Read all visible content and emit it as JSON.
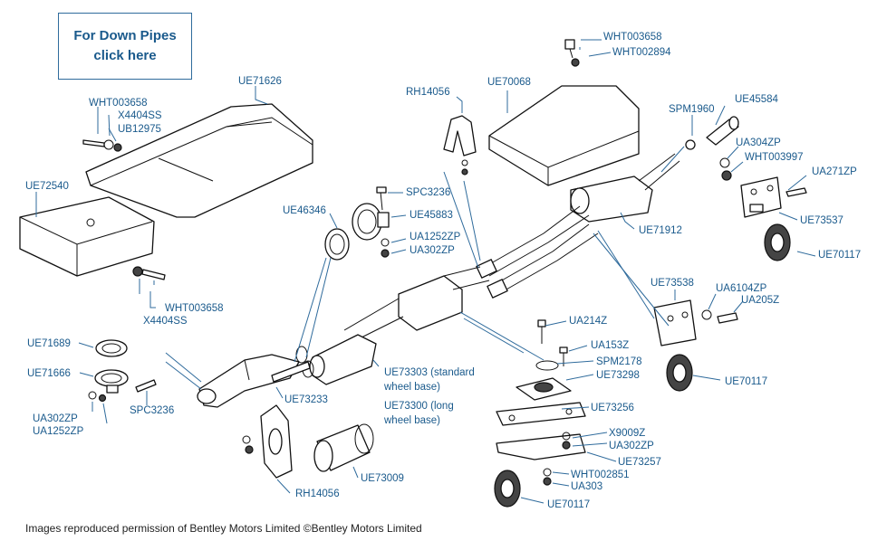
{
  "link_box": {
    "line1": "For Down Pipes",
    "line2": "click here"
  },
  "credit": "Images reproduced permission of Bentley Motors Limited ©Bentley Motors Limited",
  "colors": {
    "label": "#1a5a8c",
    "leader": "#2f6b9c",
    "outline": "#111111"
  },
  "labels": {
    "UE71626": "UE71626",
    "WHT003658_a": "WHT003658",
    "X4404SS_a": "X4404SS",
    "UB12975": "UB12975",
    "UE72540": "UE72540",
    "WHT003658_b": "WHT003658",
    "X4404SS_b": "X4404SS",
    "RH14056_a": "RH14056",
    "UE70068": "UE70068",
    "WHT003658_c": "WHT003658",
    "WHT002894": "WHT002894",
    "SPM1960": "SPM1960",
    "UE45584": "UE45584",
    "UA304ZP": "UA304ZP",
    "WHT003997": "WHT003997",
    "UA271ZP": "UA271ZP",
    "UE73537": "UE73537",
    "UE70117_a": "UE70117",
    "UE71912": "UE71912",
    "SPC3236_a": "SPC3236",
    "UE45883": "UE45883",
    "UE46346": "UE46346",
    "UA1252ZP_a": "UA1252ZP",
    "UA302ZP_a": "UA302ZP",
    "UE73538": "UE73538",
    "UA6104ZP": "UA6104ZP",
    "UA205Z": "UA205Z",
    "UE70117_b": "UE70117",
    "UA214Z": "UA214Z",
    "UA153Z": "UA153Z",
    "SPM2178": "SPM2178",
    "UE73298": "UE73298",
    "UE73256": "UE73256",
    "X9009Z": "X9009Z",
    "UA302ZP_b": "UA302ZP",
    "UE73257": "UE73257",
    "WHT002851": "WHT002851",
    "UA303": "UA303",
    "UE70117_c": "UE70117",
    "UE71689": "UE71689",
    "UE71666": "UE71666",
    "UA302ZP_c": "UA302ZP",
    "UA1252ZP_b": "UA1252ZP",
    "SPC3236_b": "SPC3236",
    "UE73233": "UE73233",
    "UE73303_1": "UE73303 (standard",
    "UE73303_2": "wheel base)",
    "UE73300_1": "UE73300 (long",
    "UE73300_2": "wheel base)",
    "UE73009": "UE73009",
    "RH14056_b": "RH14056"
  }
}
